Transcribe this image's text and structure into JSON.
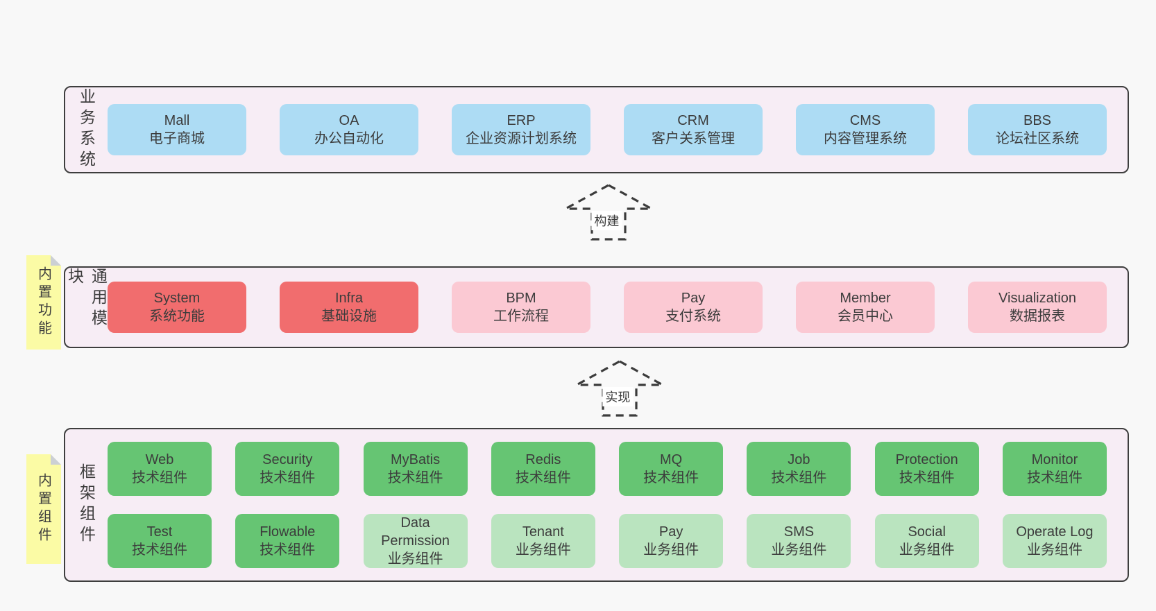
{
  "page": {
    "background": "#f8f8f8",
    "text_color": "#3c3c3c"
  },
  "colors": {
    "blue": "#addcf4",
    "red": "#f16d6e",
    "pink": "#fbc9d3",
    "green": "#66c573",
    "light_green": "#bae4bf",
    "panel_background": "#f7edf5",
    "panel_border": "#3e3e3e",
    "sticky_background": "#fbfba5",
    "arrow_stroke": "#3c3c3c"
  },
  "arrows": [
    {
      "label": "构建"
    },
    {
      "label": "实现"
    }
  ],
  "sections": [
    {
      "side_label": "业务系统",
      "sticky_label": null,
      "rows": [
        [
          {
            "name": "Mall",
            "desc": "电子商城",
            "color": "blue"
          },
          {
            "name": "OA",
            "desc": "办公自动化",
            "color": "blue"
          },
          {
            "name": "ERP",
            "desc": "企业资源计划系统",
            "color": "blue"
          },
          {
            "name": "CRM",
            "desc": "客户关系管理",
            "color": "blue"
          },
          {
            "name": "CMS",
            "desc": "内容管理系统",
            "color": "blue"
          },
          {
            "name": "BBS",
            "desc": "论坛社区系统",
            "color": "blue"
          }
        ]
      ]
    },
    {
      "side_label": "通用模块",
      "sticky_label": "内置功能",
      "rows": [
        [
          {
            "name": "System",
            "desc": "系统功能",
            "color": "red"
          },
          {
            "name": "Infra",
            "desc": "基础设施",
            "color": "red"
          },
          {
            "name": "BPM",
            "desc": "工作流程",
            "color": "pink"
          },
          {
            "name": "Pay",
            "desc": "支付系统",
            "color": "pink"
          },
          {
            "name": "Member",
            "desc": "会员中心",
            "color": "pink"
          },
          {
            "name": "Visualization",
            "desc": "数据报表",
            "color": "pink"
          }
        ]
      ]
    },
    {
      "side_label": "框架组件",
      "sticky_label": "内置组件",
      "rows": [
        [
          {
            "name": "Web",
            "desc": "技术组件",
            "color": "green"
          },
          {
            "name": "Security",
            "desc": "技术组件",
            "color": "green"
          },
          {
            "name": "MyBatis",
            "desc": "技术组件",
            "color": "green"
          },
          {
            "name": "Redis",
            "desc": "技术组件",
            "color": "green"
          },
          {
            "name": "MQ",
            "desc": "技术组件",
            "color": "green"
          },
          {
            "name": "Job",
            "desc": "技术组件",
            "color": "green"
          },
          {
            "name": "Protection",
            "desc": "技术组件",
            "color": "green"
          },
          {
            "name": "Monitor",
            "desc": "技术组件",
            "color": "green"
          }
        ],
        [
          {
            "name": "Test",
            "desc": "技术组件",
            "color": "green"
          },
          {
            "name": "Flowable",
            "desc": "技术组件",
            "color": "green"
          },
          {
            "name": "Data Permission",
            "desc": "业务组件",
            "color": "light_green"
          },
          {
            "name": "Tenant",
            "desc": "业务组件",
            "color": "light_green"
          },
          {
            "name": "Pay",
            "desc": "业务组件",
            "color": "light_green"
          },
          {
            "name": "SMS",
            "desc": "业务组件",
            "color": "light_green"
          },
          {
            "name": "Social",
            "desc": "业务组件",
            "color": "light_green"
          },
          {
            "name": "Operate Log",
            "desc": "业务组件",
            "color": "light_green"
          }
        ]
      ]
    }
  ]
}
